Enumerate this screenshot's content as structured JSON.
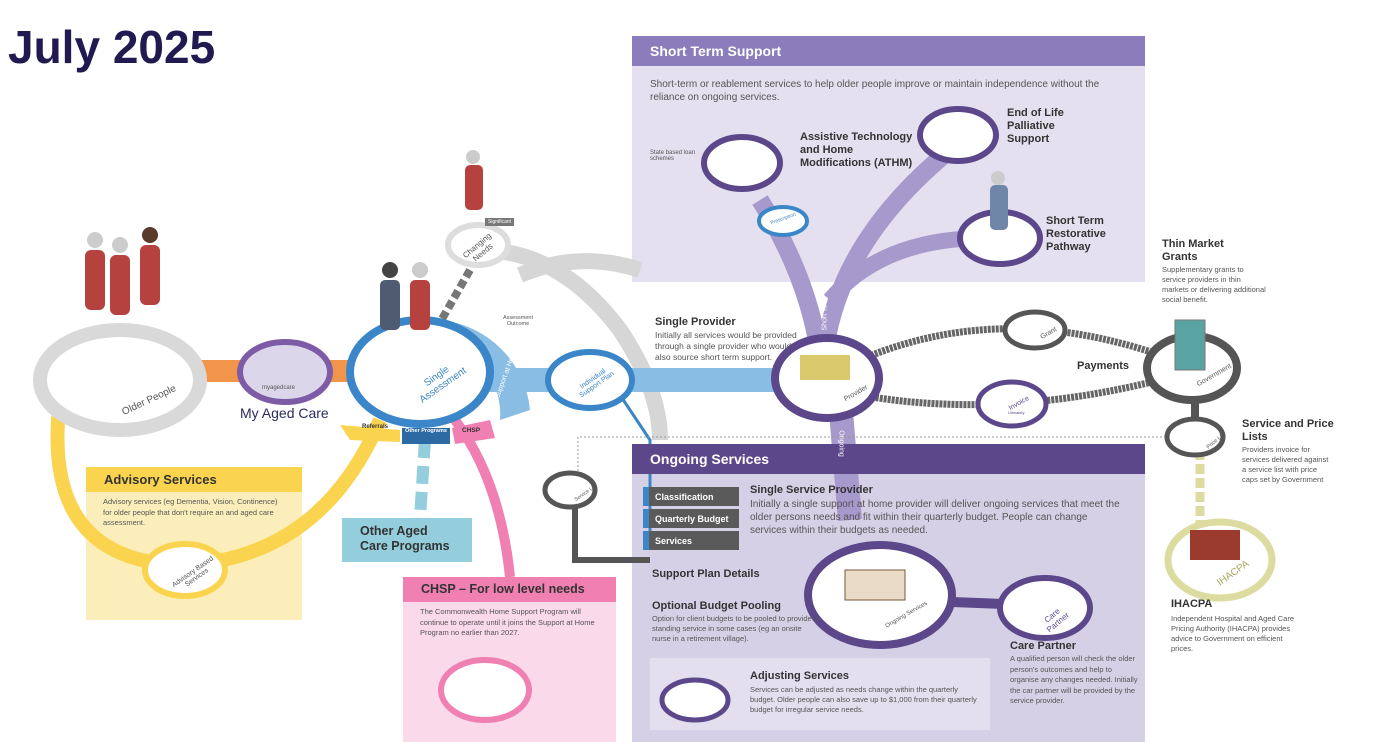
{
  "title": "July 2025",
  "colors": {
    "short_term": "#8b7dbb",
    "ongoing": "#5b478a",
    "advisory": "#fbd44f",
    "other_programs": "#94cedc",
    "chsp": "#f07fb2",
    "assessment": "#3a86c8",
    "payments": "#555555",
    "ihacpa": "#dcdba0"
  },
  "nodes": {
    "older_people": "Older People",
    "my_aged_care": "My Aged Care",
    "myagedcare_logo": "myagedcare",
    "single_assessment": "Single Assessment",
    "changing_needs": "Changing Needs",
    "significant": "Significant",
    "assessment_outcome": "Assessment Outcome",
    "support_at_home": "Support at Home",
    "referrals": "Referrals",
    "other_programs": "Other Programs",
    "chsp": "CHSP",
    "individual_support_plan": "Individual Support Plan",
    "provider": "Provider",
    "short_term": "Short Term",
    "ongoing": "Ongoing",
    "grant": "Grant",
    "invoice": "Invoice",
    "invoice_sub": "Ulimately",
    "government": "Government",
    "price_list": "Price List",
    "ihacpa": "IHACPA",
    "service_list": "Service List",
    "prescription": "Prescription",
    "advisory_based": "Advisory Based Services",
    "ongoing_services_circle": "Ongoing Services",
    "care_partner_circle": "Care Partner",
    "payments": "Payments"
  },
  "short_term_support": {
    "heading": "Short Term Support",
    "desc": "Short-term or reablement services to help older people improve or maintain independence without the reliance on ongoing services.",
    "state_loans": "State based loan schemes",
    "athm": "Assistive Technology and Home Modifications (ATHM)",
    "end_of_life": "End of Life Palliative Support",
    "restorative": "Short Term Restorative Pathway"
  },
  "single_provider": {
    "heading": "Single Provider",
    "desc": "Initially all services would be provided through a single provider who would also source short term support."
  },
  "thin_market": {
    "heading": "Thin Market Grants",
    "desc": "Supplementary grants to service providers in thin markets or delivering additional social benefit."
  },
  "service_price": {
    "heading": "Service and Price Lists",
    "desc": "Providers invoice for services delivered against a service list with price caps set by Government"
  },
  "ihacpa": {
    "heading": "IHACPA",
    "desc": "Independent Hospital and Aged Care Pricing Authority (IHACPA) provides advice to Government on efficient prices."
  },
  "ongoing_services": {
    "heading": "Ongoing Services",
    "tags": [
      "Classification",
      "Quarterly Budget",
      "Services"
    ],
    "support_plan_details": "Support Plan Details",
    "ssp_heading": "Single Service Provider",
    "ssp_desc": "Initially a single support at home provider will deliver ongoing services that meet the older persons needs and fit within their quarterly budget. People can change services within their budgets as needed.",
    "pooling_heading": "Optional Budget Pooling",
    "pooling_desc": "Option for client budgets to be pooled to provide a standing service in some cases (eg an onsite nurse in a retirement village).",
    "adjusting_heading": "Adjusting Services",
    "adjusting_desc": "Services can be adjusted as needs change within the quarterly budget. Older people can also save up to $1,000 from their quarterly budget for irregular service needs.",
    "care_partner_heading": "Care Partner",
    "care_partner_desc": "A qualified person will check the older person's outcomes and help to organise any changes needed. Initially the car partner will be provided by the service provider."
  },
  "advisory": {
    "heading": "Advisory Services",
    "desc": "Advisory services (eg Dementia, Vision, Continence) for older people that don't require an and aged care assessment."
  },
  "other_aged_care": {
    "heading": "Other Aged Care Programs"
  },
  "chsp_box": {
    "heading": "CHSP – For low level needs",
    "desc": "The Commonwealth Home Support Program will continue to operate until it joins the Support at Home Program no earlier than 2027."
  }
}
